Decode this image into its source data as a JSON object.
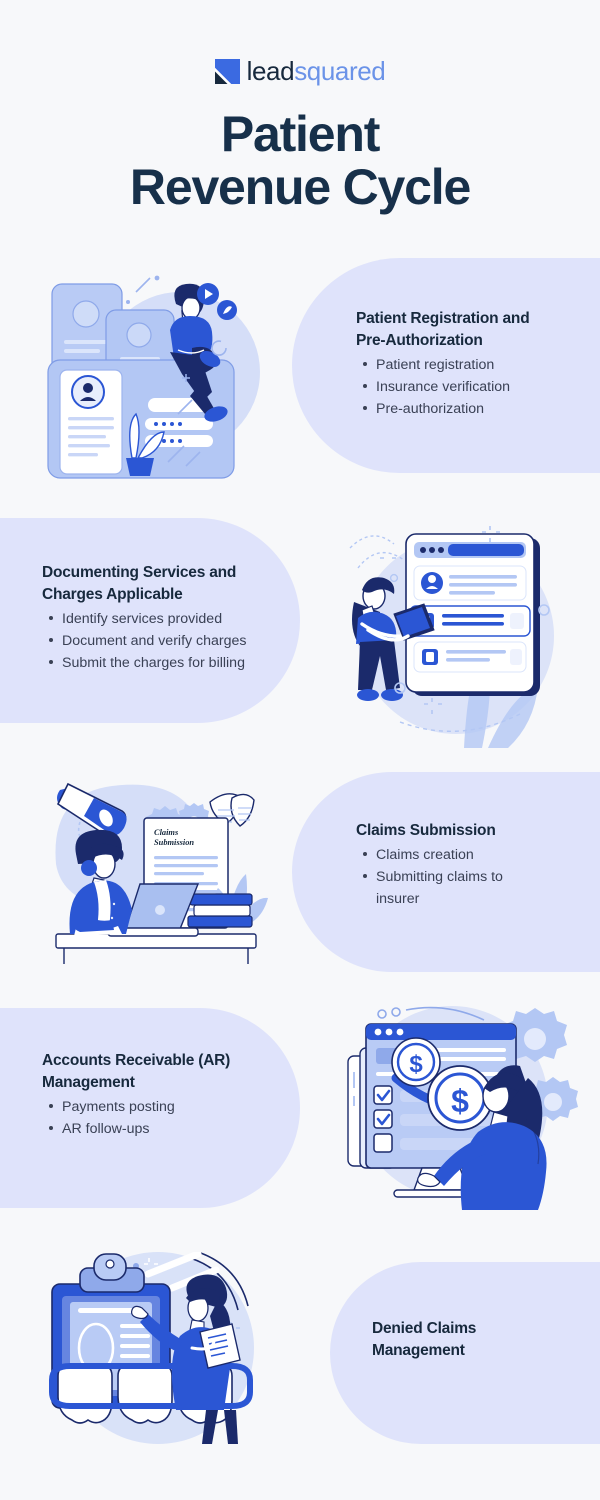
{
  "brand": {
    "logo_mark": "leadsquared-logo-mark",
    "name_part1": "lead",
    "name_part2": "squared",
    "color_dark": "#17293d",
    "color_light": "#6b93e8",
    "color_mark": "#3b6ae1"
  },
  "header": {
    "title_line1": "Patient",
    "title_line2": "Revenue Cycle",
    "title_color": "#17304a"
  },
  "theme": {
    "page_background": "#f7f8fa",
    "blob_fill": "#dfe3fb",
    "blob_shadow_fill": "#e7eafc",
    "heading_color": "#17293d",
    "body_color": "#3a4155",
    "accent_blue": "#2b56d4",
    "light_blue": "#a9bff0",
    "pale_blue": "#c9d6f7",
    "navy": "#1b2a6b"
  },
  "sections": [
    {
      "id": "patient-registration",
      "heading": "Patient Registration and Pre-Authorization",
      "heading_lines": [
        "Patient Registration and",
        "Pre-Authorization"
      ],
      "bullets": [
        "Patient registration",
        "Insurance verification",
        "Pre-authorization"
      ],
      "illustration": "registration-illustration",
      "text_side": "right"
    },
    {
      "id": "documenting-services",
      "heading": "Documenting Services and Charges Applicable",
      "heading_lines": [
        "Documenting Services and",
        "Charges Applicable"
      ],
      "bullets": [
        "Identify services provided",
        "Document and verify charges",
        "Submit the charges for billing"
      ],
      "illustration": "documenting-illustration",
      "text_side": "left"
    },
    {
      "id": "claims-submission",
      "heading": "Claims Submission",
      "heading_lines": [
        "Claims Submission"
      ],
      "bullets": [
        "Claims creation",
        "Submitting claims to insurer"
      ],
      "illustration": "claims-illustration",
      "illustration_label": "Claims Submission",
      "text_side": "right"
    },
    {
      "id": "accounts-receivable",
      "heading": "Accounts Receivable (AR) Management",
      "heading_lines": [
        "Accounts Receivable (AR)",
        "Management"
      ],
      "bullets": [
        "Payments posting",
        "AR follow-ups"
      ],
      "illustration": "ar-management-illustration",
      "text_side": "left"
    },
    {
      "id": "denied-claims",
      "heading": "Denied Claims Management",
      "heading_lines": [
        "Denied Claims",
        "Management"
      ],
      "bullets": [],
      "illustration": "denied-claims-illustration",
      "text_side": "right"
    }
  ]
}
